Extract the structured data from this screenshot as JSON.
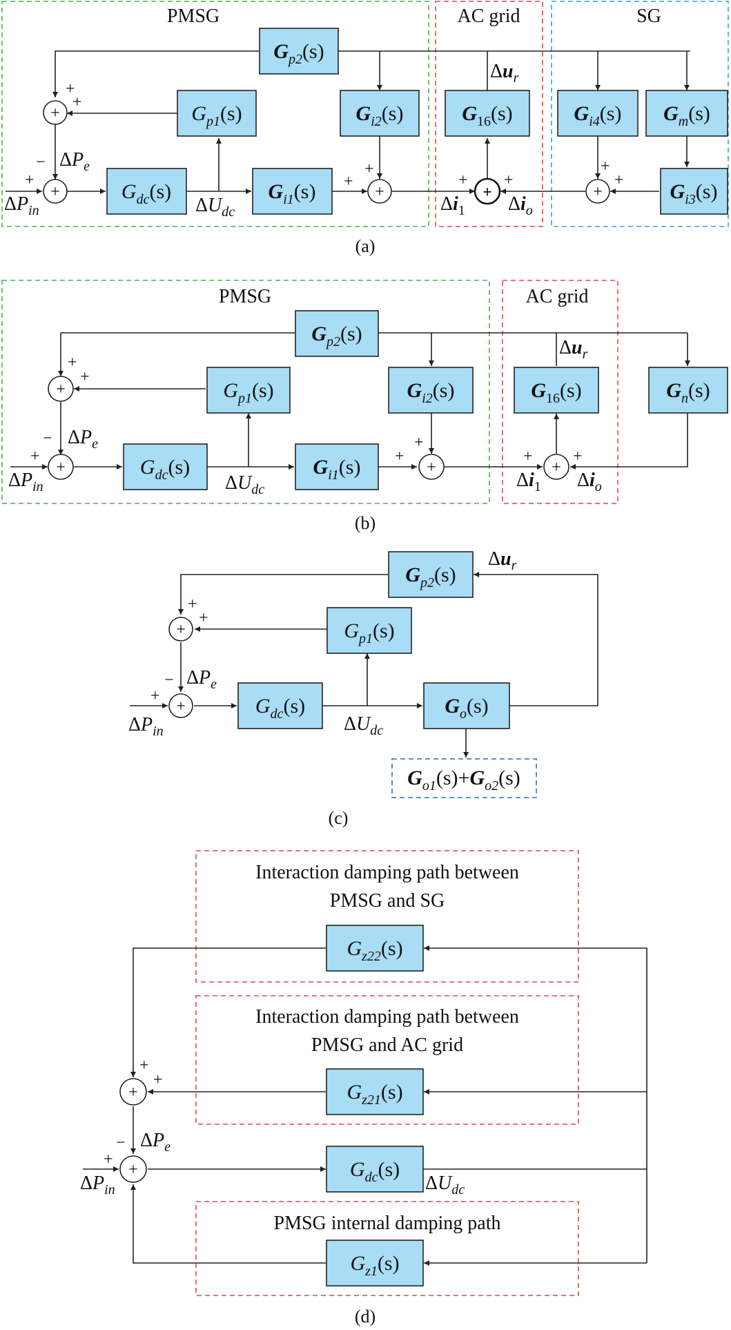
{
  "panel_a": {
    "regions": {
      "pmsg": "PMSG",
      "ac_grid": "AC grid",
      "sg": "SG"
    },
    "blocks": {
      "gp2": {
        "base": "G",
        "sub": "p2",
        "arg": "(s)"
      },
      "gp1": {
        "base": "G",
        "sub": "p1",
        "arg": "(s)"
      },
      "gi2": {
        "base": "G",
        "sub": "i2",
        "arg": "(s)"
      },
      "g16": {
        "base": "G",
        "sub": "16",
        "arg": "(s)"
      },
      "gi4": {
        "base": "G",
        "sub": "i4",
        "arg": "(s)"
      },
      "gm": {
        "base": "G",
        "sub": "m",
        "arg": "(s)"
      },
      "gdc": {
        "base": "G",
        "sub": "dc",
        "arg": "(s)"
      },
      "gi1": {
        "base": "G",
        "sub": "i1",
        "arg": "(s)"
      },
      "gi3": {
        "base": "G",
        "sub": "i3",
        "arg": "(s)"
      }
    },
    "vars": {
      "dur": {
        "pre": "Δ",
        "base": "u",
        "sub": "r"
      },
      "dpe": {
        "pre": "Δ",
        "base": "P",
        "sub": "e"
      },
      "dpin": {
        "pre": "Δ",
        "base": "P",
        "sub": "in"
      },
      "dudc": {
        "pre": "Δ",
        "base": "U",
        "sub": "dc"
      },
      "di1": {
        "pre": "Δ",
        "base": "i",
        "sub": "1"
      },
      "dio": {
        "pre": "Δ",
        "base": "i",
        "sub": "o"
      }
    },
    "caption": "(a)"
  },
  "panel_b": {
    "regions": {
      "pmsg": "PMSG",
      "ac_grid": "AC grid"
    },
    "blocks": {
      "gp2": {
        "base": "G",
        "sub": "p2",
        "arg": "(s)"
      },
      "gp1": {
        "base": "G",
        "sub": "p1",
        "arg": "(s)"
      },
      "gi2": {
        "base": "G",
        "sub": "i2",
        "arg": "(s)"
      },
      "g16": {
        "base": "G",
        "sub": "16",
        "arg": "(s)"
      },
      "gn": {
        "base": "G",
        "sub": "n",
        "arg": "(s)"
      },
      "gdc": {
        "base": "G",
        "sub": "dc",
        "arg": "(s)"
      },
      "gi1": {
        "base": "G",
        "sub": "i1",
        "arg": "(s)"
      }
    },
    "vars": {
      "dur": {
        "pre": "Δ",
        "base": "u",
        "sub": "r"
      },
      "dpe": {
        "pre": "Δ",
        "base": "P",
        "sub": "e"
      },
      "dpin": {
        "pre": "Δ",
        "base": "P",
        "sub": "in"
      },
      "dudc": {
        "pre": "Δ",
        "base": "U",
        "sub": "dc"
      },
      "di1": {
        "pre": "Δ",
        "base": "i",
        "sub": "1"
      },
      "dio": {
        "pre": "Δ",
        "base": "i",
        "sub": "o"
      }
    },
    "caption": "(b)"
  },
  "panel_c": {
    "blocks": {
      "gp2": {
        "base": "G",
        "sub": "p2",
        "arg": "(s)"
      },
      "gp1": {
        "base": "G",
        "sub": "p1",
        "arg": "(s)"
      },
      "gdc": {
        "base": "G",
        "sub": "dc",
        "arg": "(s)"
      },
      "go": {
        "base": "G",
        "sub": "o",
        "arg": "(s)"
      }
    },
    "output": {
      "base1": "G",
      "sub1": "o1",
      "mid": "(s)+",
      "base2": "G",
      "sub2": "o2",
      "end": "(s)"
    },
    "vars": {
      "dur": {
        "pre": "Δ",
        "base": "u",
        "sub": "r"
      },
      "dpe": {
        "pre": "Δ",
        "base": "P",
        "sub": "e"
      },
      "dpin": {
        "pre": "Δ",
        "base": "P",
        "sub": "in"
      },
      "dudc": {
        "pre": "Δ",
        "base": "U",
        "sub": "dc"
      }
    },
    "caption": "(c)"
  },
  "panel_d": {
    "paths": {
      "sg_line1": "Interaction damping path between",
      "sg_line2": "PMSG and SG",
      "grid_line1": "Interaction damping path between",
      "grid_line2": "PMSG and AC grid",
      "internal": "PMSG internal damping path"
    },
    "blocks": {
      "gz22": {
        "base": "G",
        "sub": "z22",
        "arg": "(s)"
      },
      "gz21": {
        "base": "G",
        "sub": "z21",
        "arg": "(s)"
      },
      "gdc": {
        "base": "G",
        "sub": "dc",
        "arg": "(s)"
      },
      "gz1": {
        "base": "G",
        "sub": "z1",
        "arg": "(s)"
      }
    },
    "vars": {
      "dpe": {
        "pre": "Δ",
        "base": "P",
        "sub": "e"
      },
      "dpin": {
        "pre": "Δ",
        "base": "P",
        "sub": "in"
      },
      "dudc": {
        "pre": "Δ",
        "base": "U",
        "sub": "dc"
      }
    },
    "caption": "(d)"
  },
  "signs": {
    "plus": "+",
    "minus": "−",
    "sum": "+"
  }
}
